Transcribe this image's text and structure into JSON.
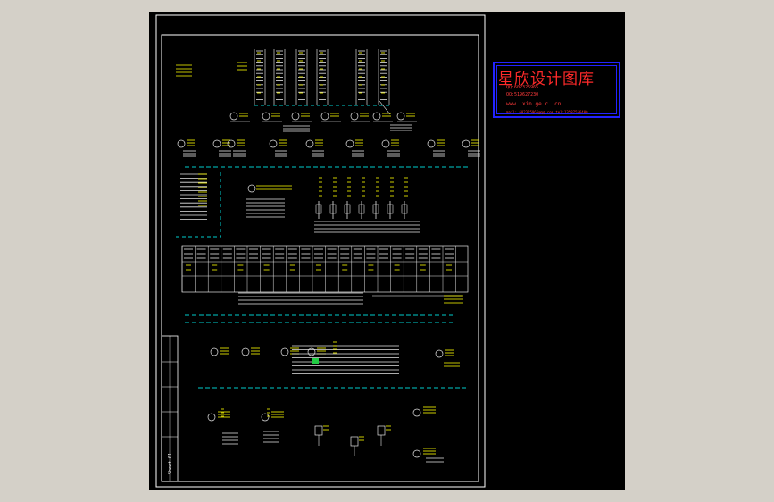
{
  "watermark": {
    "title": "星欣设计图库",
    "line1": "QQ:602325965",
    "line2": "QQ:519627230",
    "line3": "www. xin ge c. cn",
    "line4": "mail: 602325965@qq.com   tel:13587556400"
  },
  "title_block": {
    "sheet_label": "Sheet 01"
  },
  "colors": {
    "background": "#000000",
    "frame": "#ffffff",
    "annotation": "#ffff00",
    "dashed_line": "#00cccc",
    "wiring": "#ffffff",
    "stamp_border": "#2323ff",
    "stamp_text": "#ff2a2a"
  }
}
